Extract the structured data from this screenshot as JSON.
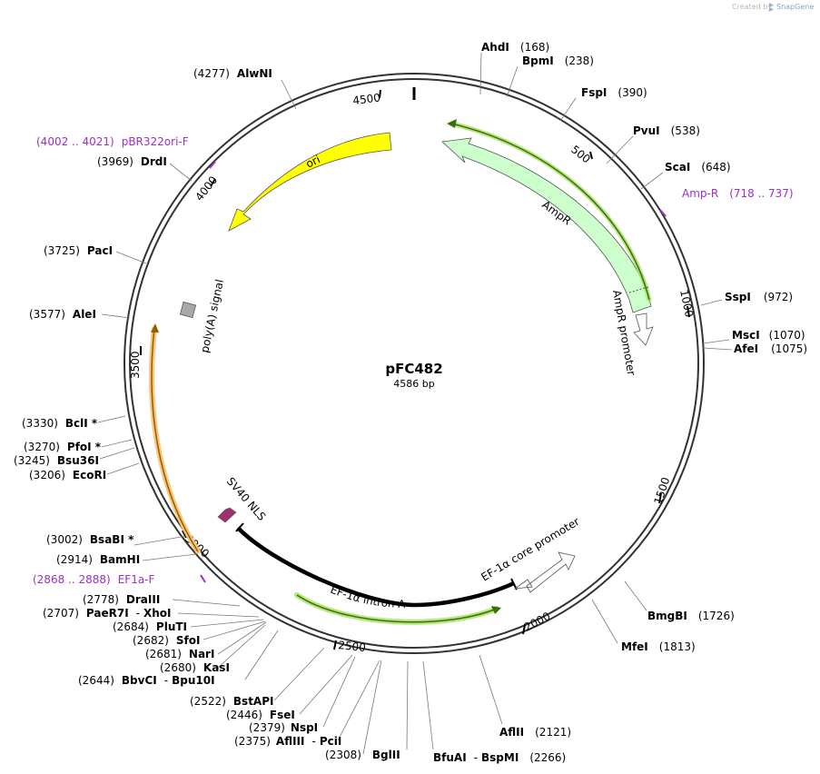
{
  "credit": {
    "prefix": "Created by",
    "brand": "SnapGene"
  },
  "plasmid": {
    "name": "pFC482",
    "length": "4586 bp"
  },
  "ticks": {
    "t500": "500",
    "t1000": "1000",
    "t1500": "1500",
    "t2000": "2000",
    "t2500": "2500",
    "t3000": "3000",
    "t3500": "3500",
    "t4000": "4000",
    "t4500": "4500"
  },
  "features": {
    "ori": "ori",
    "ampR": "AmpR",
    "ampR_promoter": "AmpR promoter",
    "polyA": "poly(A) signal",
    "sv40": "SV40 NLS",
    "ef1a_core": "EF-1α core promoter",
    "ef1a_intron": "EF-1α intron A"
  },
  "primers": {
    "pbr322": {
      "pos": "(4002 .. 4021)",
      "name": "pBR322ori-F"
    },
    "ampr": {
      "name": "Amp-R",
      "pos": "(718 .. 737)"
    },
    "ef1a": {
      "pos": "(2868 .. 2888)",
      "name": "EF1a-F"
    }
  },
  "sites": {
    "ahdI": {
      "name": "AhdI",
      "pos": "(168)"
    },
    "bpmI": {
      "name": "BpmI",
      "pos": "(238)"
    },
    "fspI": {
      "name": "FspI",
      "pos": "(390)"
    },
    "pvuI": {
      "name": "PvuI",
      "pos": "(538)"
    },
    "scaI": {
      "name": "ScaI",
      "pos": "(648)"
    },
    "sspI": {
      "name": "SspI",
      "pos": "(972)"
    },
    "mscI": {
      "name": "MscI",
      "pos": "(1070)"
    },
    "afeI": {
      "name": "AfeI",
      "pos": "(1075)"
    },
    "bmgBI": {
      "name": "BmgBI",
      "pos": "(1726)"
    },
    "mfeI": {
      "name": "MfeI",
      "pos": "(1813)"
    },
    "aflII": {
      "name": "AflII",
      "pos": "(2121)"
    },
    "bfuAI": {
      "name": "BfuAI",
      "sep": "-",
      "name2": "BspMI",
      "pos": "(2266)"
    },
    "bglII": {
      "name": "BglII",
      "pos": "(2308)"
    },
    "aflIII": {
      "pos": "(2375)",
      "name": "AflIII",
      "sep": "-",
      "name2": "PciI"
    },
    "nspI": {
      "pos": "(2379)",
      "name": "NspI"
    },
    "fseI": {
      "pos": "(2446)",
      "name": "FseI"
    },
    "bstAPI": {
      "pos": "(2522)",
      "name": "BstAPI"
    },
    "bbvCI": {
      "pos": "(2644)",
      "name": "BbvCI",
      "sep": "-",
      "name2": "Bpu10I"
    },
    "kasI": {
      "pos": "(2680)",
      "name": "KasI"
    },
    "narI": {
      "pos": "(2681)",
      "name": "NarI"
    },
    "sfoI": {
      "pos": "(2682)",
      "name": "SfoI"
    },
    "pluTI": {
      "pos": "(2684)",
      "name": "PluTI"
    },
    "paeR7I": {
      "pos": "(2707)",
      "name": "PaeR7I",
      "sep": "-",
      "name2": "XhoI"
    },
    "draIII": {
      "pos": "(2778)",
      "name": "DraIII"
    },
    "bamHI": {
      "pos": "(2914)",
      "name": "BamHI"
    },
    "bsaBI": {
      "pos": "(3002)",
      "name": "BsaBI *"
    },
    "ecoRI": {
      "pos": "(3206)",
      "name": "EcoRI"
    },
    "bsu36I": {
      "pos": "(3245)",
      "name": "Bsu36I"
    },
    "pfoI": {
      "pos": "(3270)",
      "name": "PfoI *"
    },
    "bclI": {
      "pos": "(3330)",
      "name": "BclI *"
    },
    "aleI": {
      "pos": "(3577)",
      "name": "AleI"
    },
    "pacI": {
      "pos": "(3725)",
      "name": "PacI"
    },
    "drdI": {
      "pos": "(3969)",
      "name": "DrdI"
    },
    "alwNI": {
      "pos": "(4277)",
      "name": "AlwNI"
    }
  },
  "colors": {
    "ori": "#ffff00",
    "ampR": "#ccffcc",
    "ampR_glow": "#a8e060",
    "ef1a_glow": "#b8e67a",
    "orange_glow": "#f7c77a",
    "polyA": "#a8a8a8",
    "sv40": "#a0306a",
    "primer": "#9b30c8"
  }
}
